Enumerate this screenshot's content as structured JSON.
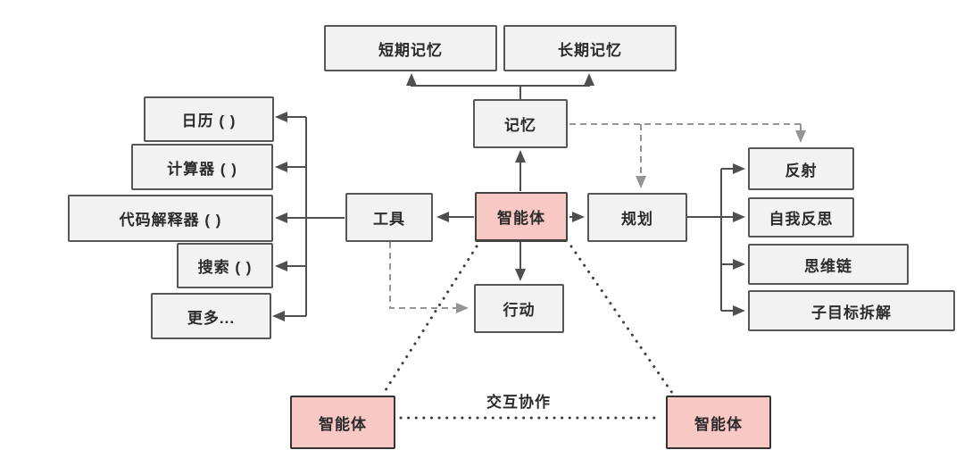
{
  "diagram": {
    "title": "agent-architecture",
    "colors": {
      "node_fill": "#f2f2f2",
      "node_border": "#565656",
      "agent_fill": "#f8c8c5",
      "agent_border": "#474040",
      "solid_line": "#4f4f4f",
      "dashed_line": "#949494",
      "dotted_line": "#3d3d3d",
      "text": "#2b2b2b",
      "bg": "#ffffff"
    },
    "nodes": {
      "short_term_memory": {
        "label": "短期记忆"
      },
      "long_term_memory": {
        "label": "长期记忆"
      },
      "memory": {
        "label": "记忆"
      },
      "calendar": {
        "label": "日历 ( )"
      },
      "calculator": {
        "label": "计算器 ( )"
      },
      "code_interpreter": {
        "label": "代码解释器 ( )"
      },
      "search": {
        "label": "搜索 ( )"
      },
      "more": {
        "label": "更多..."
      },
      "tools": {
        "label": "工具"
      },
      "agent": {
        "label": "智能体"
      },
      "planning": {
        "label": "规划"
      },
      "action": {
        "label": "行动"
      },
      "reflection": {
        "label": "反射"
      },
      "self_reflection": {
        "label": "自我反思"
      },
      "chain_of_thought": {
        "label": "思维链"
      },
      "subgoal_decomposition": {
        "label": "子目标拆解"
      },
      "agent_bottom_left": {
        "label": "智能体"
      },
      "agent_bottom_right": {
        "label": "智能体"
      }
    },
    "edge_labels": {
      "interaction": "交互协作"
    },
    "edges": [
      "memory -> short_term_memory",
      "memory -> long_term_memory",
      "agent -> memory",
      "agent -> tools",
      "tools -> calendar",
      "tools -> calculator",
      "tools -> code_interpreter",
      "tools -> search",
      "tools -> more",
      "agent -> planning",
      "planning -> reflection",
      "planning -> self_reflection",
      "planning -> chain_of_thought",
      "planning -> subgoal_decomposition",
      "agent -> action",
      "memory -.-> planning",
      "memory -.-> reflection",
      "tools -.-> action",
      "agent ... agent_bottom_left",
      "agent ... agent_bottom_right",
      "agent_bottom_left ...(交互协作)... agent_bottom_right"
    ]
  }
}
